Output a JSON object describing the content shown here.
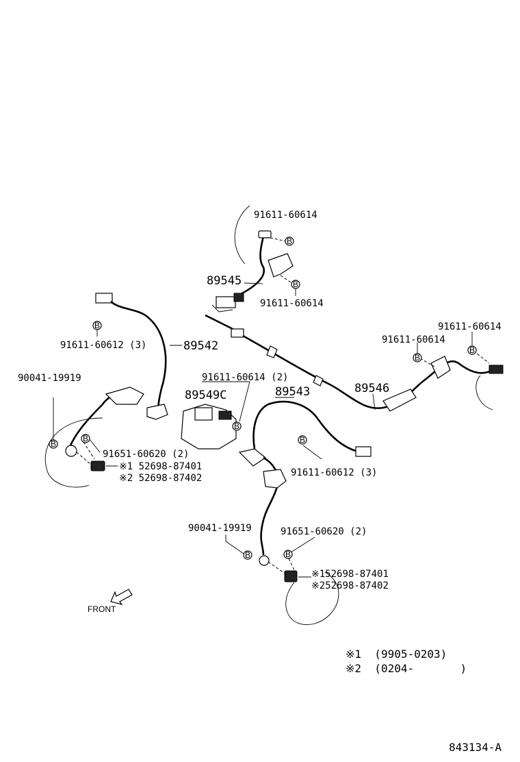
{
  "labels": {
    "p1_top": "91611-60614",
    "p1_mid": "91611-60614",
    "harness_89545": "89545",
    "harness_89542": "89542",
    "clip_left_top": "91611-60612 (3)",
    "bolt_left": "90041-19919",
    "clip_center_top": "91611-60614 (2)",
    "ecu_89549c": "89549C",
    "harness_89543": "89543",
    "harness_89546": "89546",
    "p_right_a": "91611-60614",
    "p_right_b": "91611-60614",
    "clip_left_91651": "91651-60620 (2)",
    "left_sensor_1": "※1  52698-87401",
    "left_sensor_2": "※2  52698-87402",
    "clip_center_right": "91611-60612 (3)",
    "bolt_center": "90041-19919",
    "clip_center_91651": "91651-60620 (2)",
    "center_sensor_1": "※152698-87401",
    "center_sensor_2": "※252698-87402",
    "front_label": "FRONT",
    "note_1": "※1  (9905-0203)",
    "note_2": "※2  (0204-       )",
    "diagram_code": "843134-A",
    "bolt_badge": "B"
  }
}
